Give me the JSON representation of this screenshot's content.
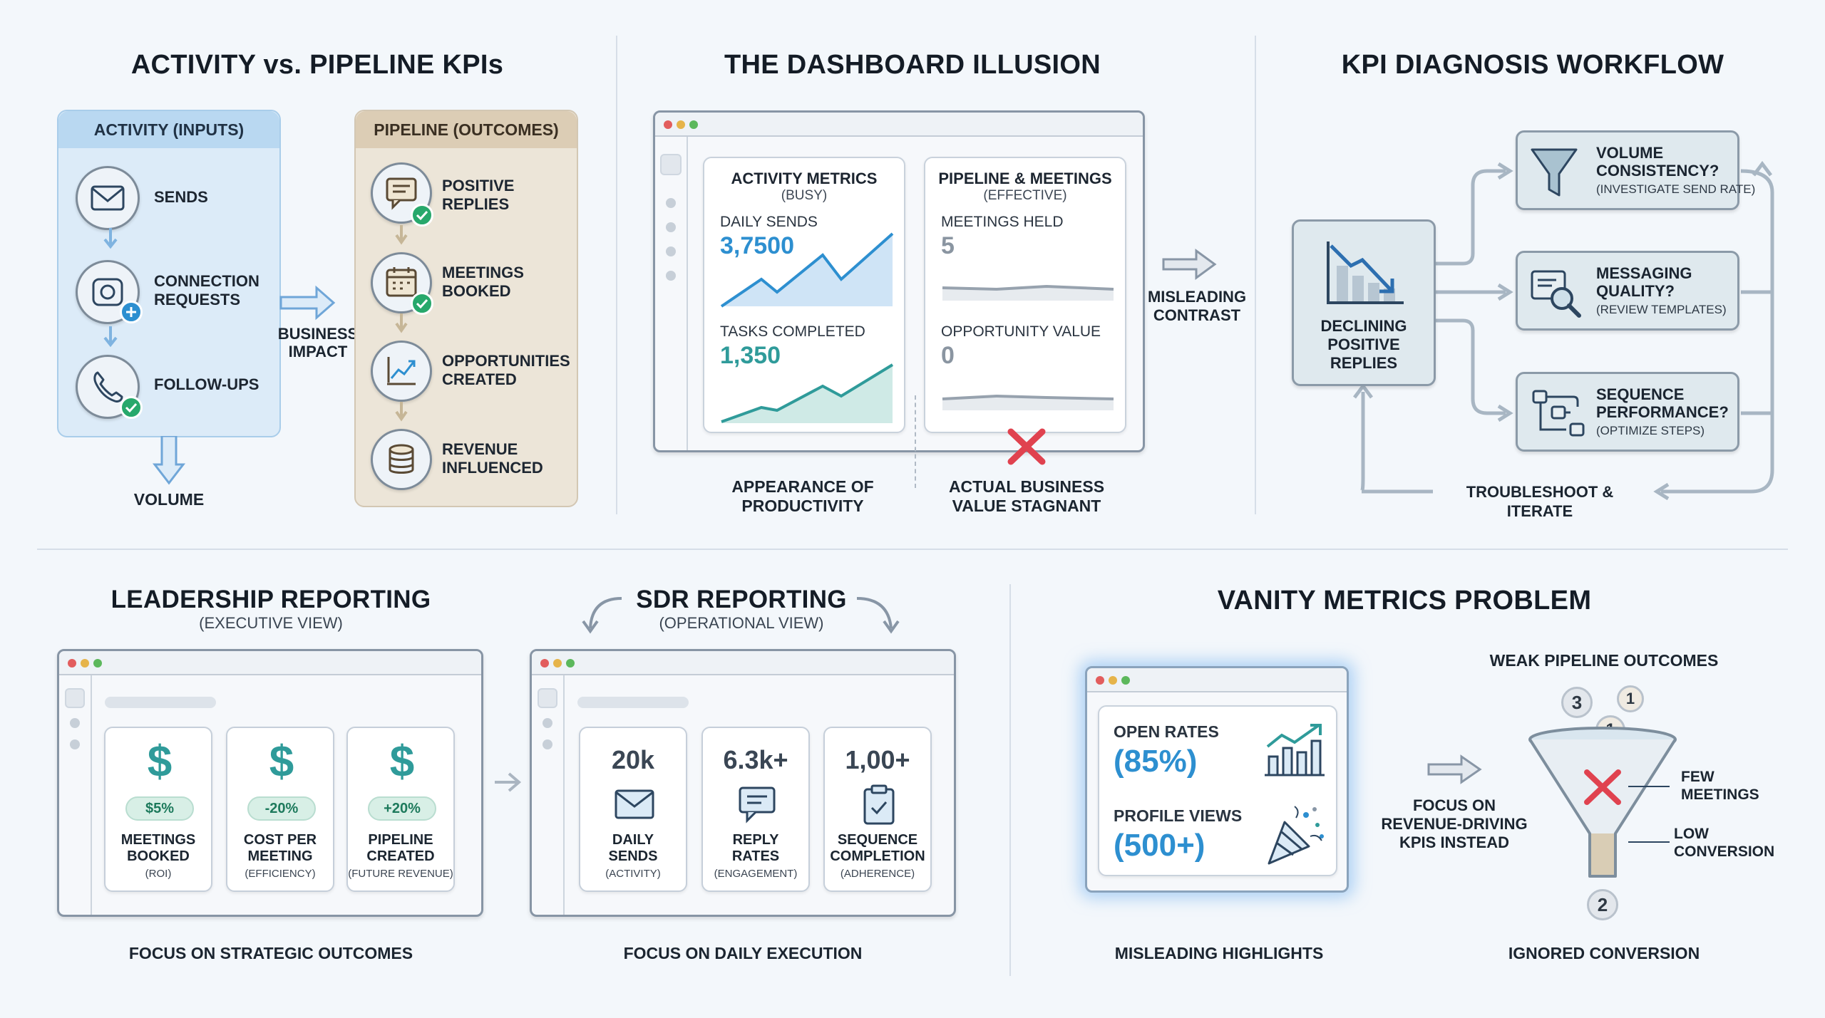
{
  "panel1": {
    "title": "ACTIVITY vs. PIPELINE KPIs",
    "activity_head": "ACTIVITY (INPUTS)",
    "pipeline_head": "PIPELINE (OUTCOMES)",
    "activity_items": [
      {
        "l1": "SENDS",
        "l2": "",
        "icon": "envelope-icon"
      },
      {
        "l1": "CONNECTION",
        "l2": "REQUESTS",
        "icon": "camera-plus-icon"
      },
      {
        "l1": "FOLLOW-UPS",
        "l2": "",
        "icon": "phone-check-icon"
      }
    ],
    "pipeline_items": [
      {
        "l1": "POSITIVE",
        "l2": "REPLIES",
        "icon": "chat-check-icon"
      },
      {
        "l1": "MEETINGS",
        "l2": "BOOKED",
        "icon": "calendar-check-icon"
      },
      {
        "l1": "OPPORTUNITIES",
        "l2": "CREATED",
        "icon": "growth-chart-icon"
      },
      {
        "l1": "REVENUE",
        "l2": "INFLUENCED",
        "icon": "coins-icon"
      }
    ],
    "business_impact_l1": "BUSINESS",
    "business_impact_l2": "IMPACT",
    "volume": "VOLUME"
  },
  "panel2": {
    "title": "THE DASHBOARD ILLUSION",
    "left_card_title": "ACTIVITY METRICS",
    "left_card_sub": "(BUSY)",
    "right_card_title": "PIPELINE & MEETINGS",
    "right_card_sub": "(EFFECTIVE)",
    "daily_sends_label": "DAILY SENDS",
    "daily_sends_value": "3,7500",
    "tasks_label": "TASKS COMPLETED",
    "tasks_value": "1,350",
    "meetings_label": "MEETINGS HELD",
    "meetings_value": "5",
    "opp_label": "OPPORTUNITY VALUE",
    "opp_value": "0",
    "misleading_l1": "MISLEADING",
    "misleading_l2": "CONTRAST",
    "appearance_l1": "APPEARANCE OF",
    "appearance_l2": "PRODUCTIVITY",
    "actual_l1": "ACTUAL BUSINESS",
    "actual_l2": "VALUE STAGNANT"
  },
  "panel3": {
    "title": "KPI DIAGNOSIS WORKFLOW",
    "center_l1": "DECLINING",
    "center_l2": "POSITIVE",
    "center_l3": "REPLIES",
    "boxes": [
      {
        "l1": "VOLUME",
        "l2": "CONSISTENCY?",
        "note": "(INVESTIGATE SEND RATE)",
        "icon": "funnel-icon"
      },
      {
        "l1": "MESSAGING",
        "l2": "QUALITY?",
        "note": "(REVIEW TEMPLATES)",
        "icon": "magnifier-message-icon"
      },
      {
        "l1": "SEQUENCE",
        "l2": "PERFORMANCE?",
        "note": "(OPTIMIZE STEPS)",
        "icon": "sequence-flow-icon"
      }
    ],
    "loop_label": "TROUBLESHOOT & ITERATE"
  },
  "panel4": {
    "leadership_title": "LEADERSHIP REPORTING",
    "leadership_sub": "(EXECUTIVE VIEW)",
    "sdr_title": "SDR REPORTING",
    "sdr_sub": "(OPERATIONAL VIEW)",
    "leadership_cards": [
      {
        "pill": "$5%",
        "l1": "MEETINGS",
        "l2": "BOOKED",
        "small": "(ROI)"
      },
      {
        "pill": "-20%",
        "l1": "COST PER",
        "l2": "MEETING",
        "small": "(EFFICIENCY)"
      },
      {
        "pill": "+20%",
        "l1": "PIPELINE",
        "l2": "CREATED",
        "small": "(FUTURE REVENUE)"
      }
    ],
    "sdr_cards": [
      {
        "num": "20k",
        "l1": "DAILY",
        "l2": "SENDS",
        "small": "(ACTIVITY)",
        "icon": "envelope-icon"
      },
      {
        "num": "6.3k+",
        "l1": "REPLY",
        "l2": "RATES",
        "small": "(ENGAGEMENT)",
        "icon": "chat-icon"
      },
      {
        "num": "1,00+",
        "l1": "SEQUENCE",
        "l2": "COMPLETION",
        "small": "(ADHERENCE)",
        "icon": "clipboard-check-icon"
      }
    ],
    "leadership_caption": "FOCUS ON STRATEGIC OUTCOMES",
    "sdr_caption": "FOCUS ON DAILY EXECUTION"
  },
  "panel5": {
    "title": "VANITY METRICS PROBLEM",
    "open_rates_label": "OPEN RATES",
    "open_rates_value": "(85%)",
    "profile_label": "PROFILE VIEWS",
    "profile_value": "(500+)",
    "focus_l1": "FOCUS ON",
    "focus_l2": "REVENUE-DRIVING",
    "focus_l3": "KPIs INSTEAD",
    "weak_title": "WEAK PIPELINE OUTCOMES",
    "num3": "3",
    "num1a": "1",
    "num1b": "1",
    "num2": "2",
    "few_l1": "FEW",
    "few_l2": "MEETINGS",
    "low_l1": "LOW",
    "low_l2": "CONVERSION",
    "misleading_caption": "MISLEADING HIGHLIGHTS",
    "ignored_caption": "IGNORED CONVERSION"
  },
  "colors": {
    "activity_bg": "#dcebf8",
    "pipeline_bg": "#ece5d8",
    "accent_blue": "#2d8fd0",
    "accent_teal": "#2f9b9a",
    "gray_value": "#8a95a1",
    "red_x": "#e0424f",
    "green_check": "#27a86b"
  }
}
